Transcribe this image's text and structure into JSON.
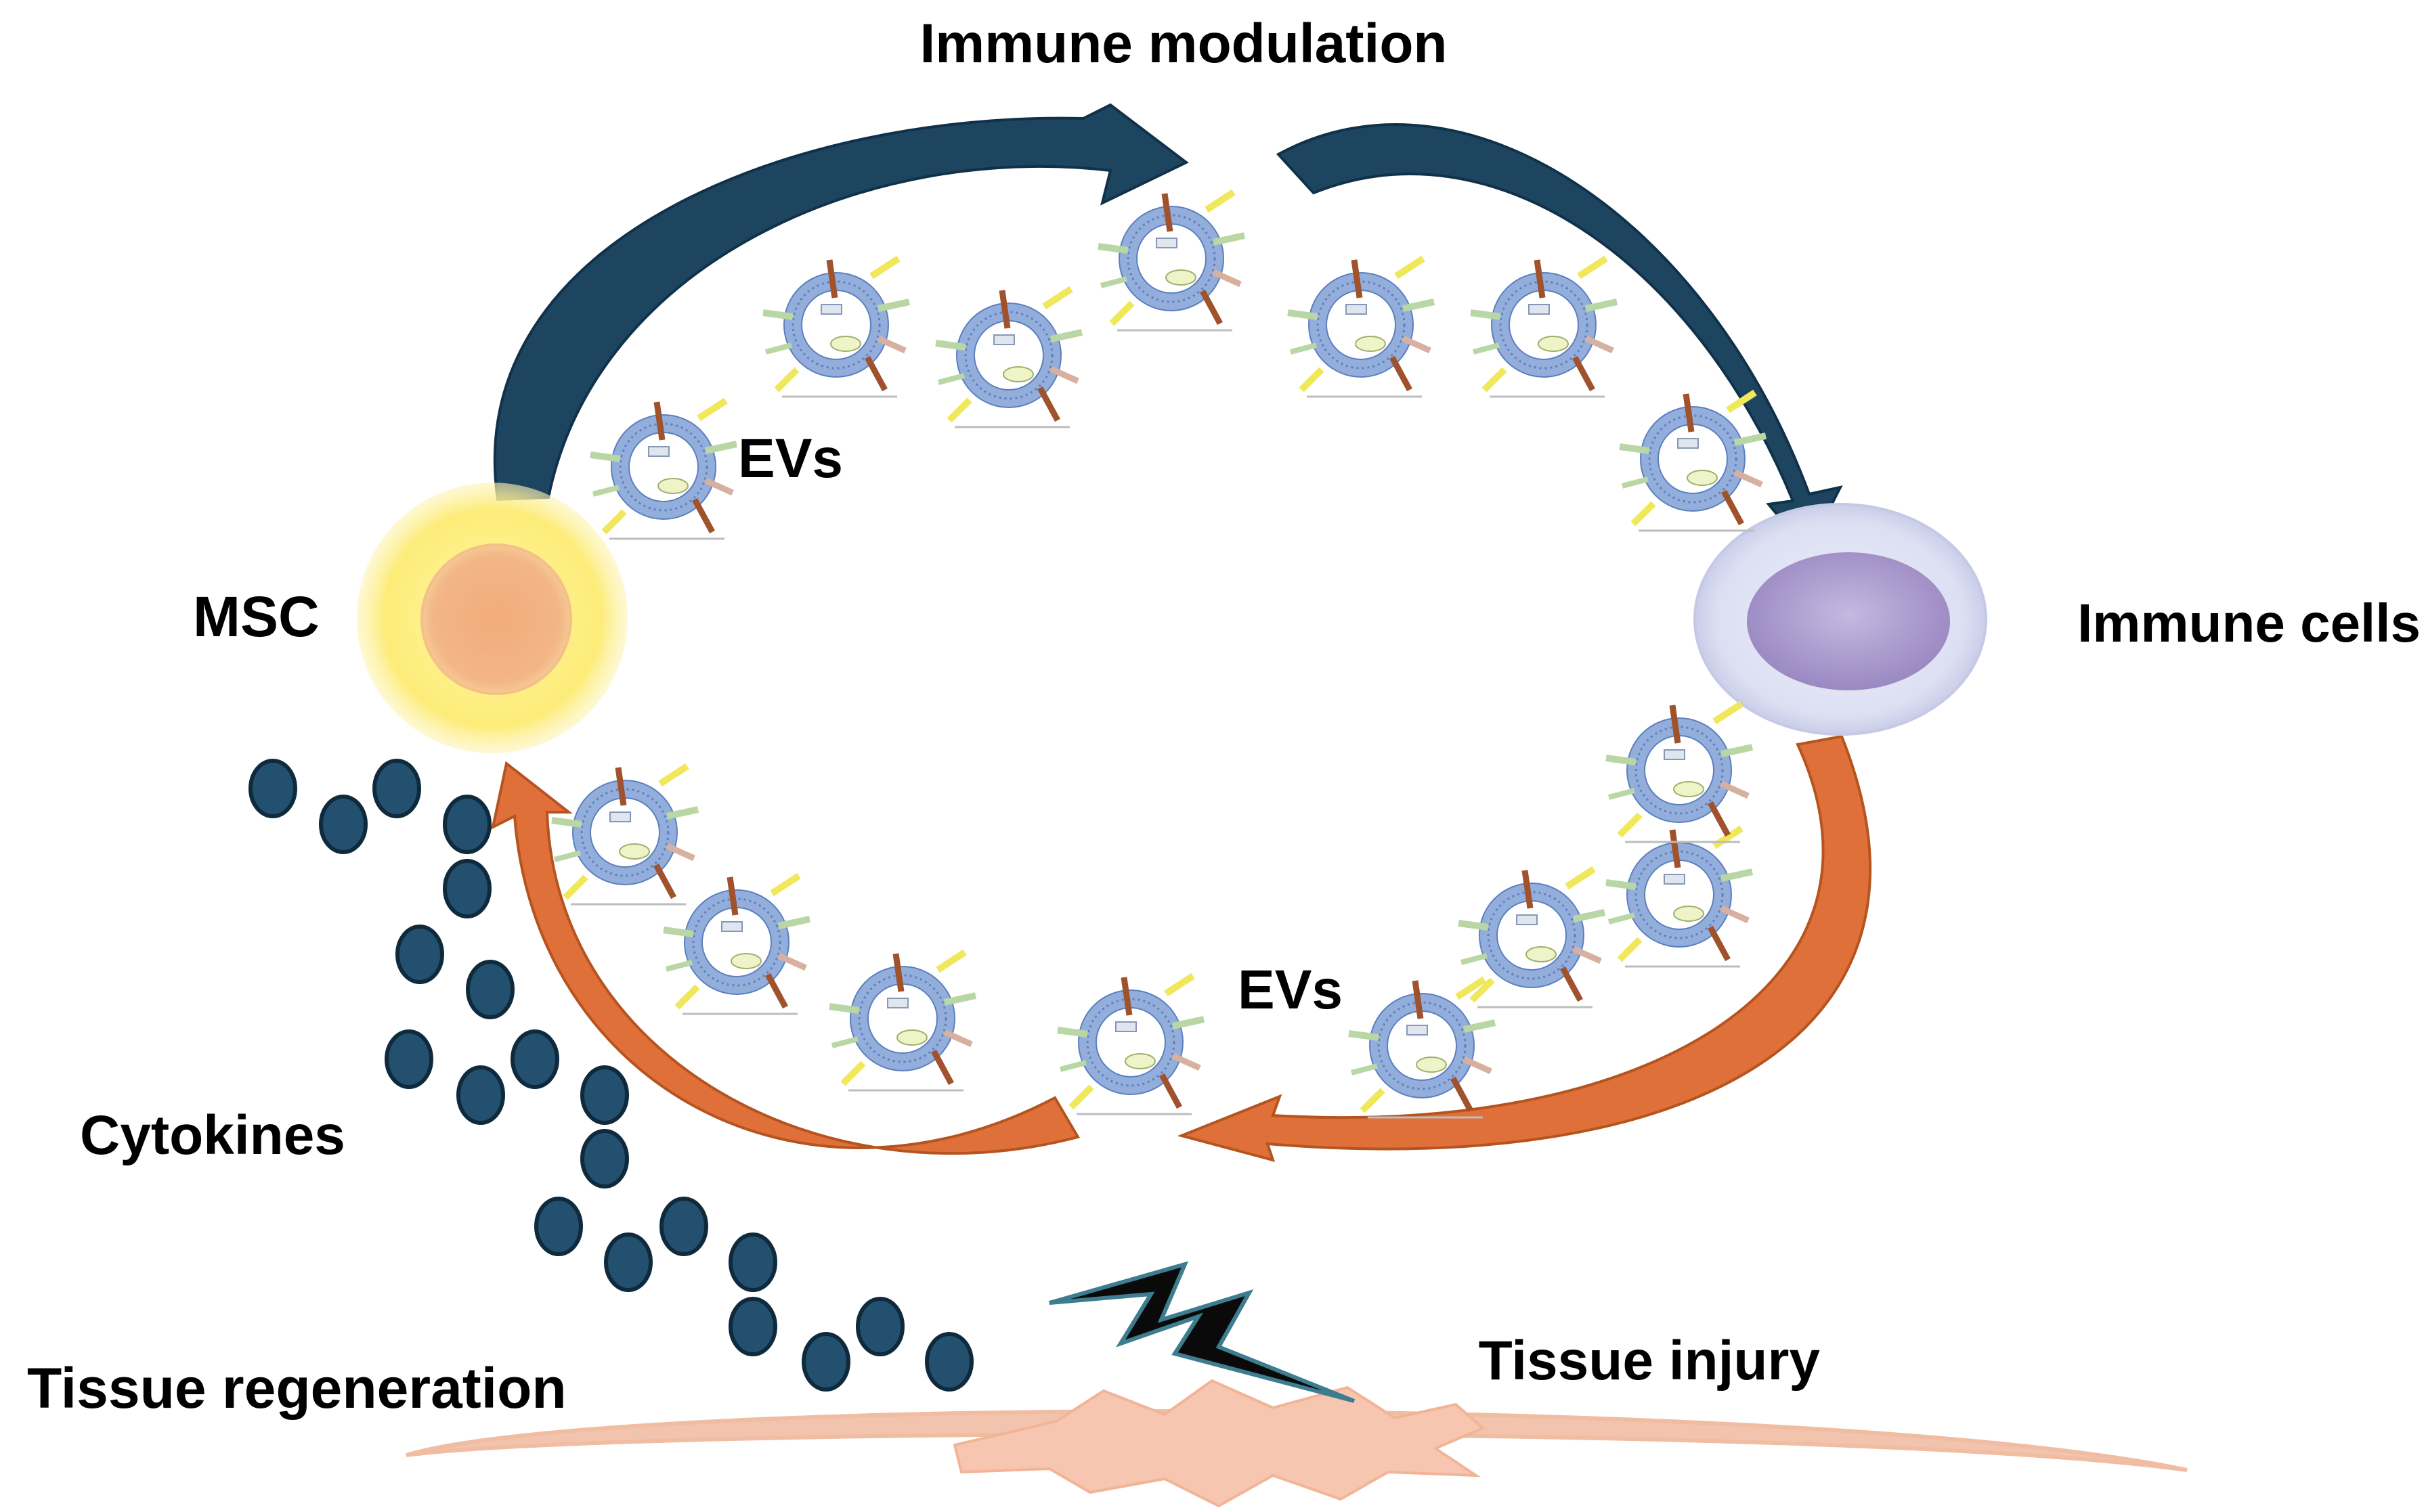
{
  "labels": {
    "immune_modulation": "Immune modulation",
    "msc": "MSC",
    "immune_cells": "Immune cells",
    "evs_top": "EVs",
    "evs_bottom": "EVs",
    "cytokines": "Cytokines",
    "tissue_regeneration": "Tissue regeneration",
    "tissue_injury": "Tissue injury"
  },
  "icons": {
    "ev": "extracellular-vesicle-icon",
    "cytokine": "cytokine-dot-icon",
    "lightning": "lightning-bolt-icon"
  },
  "colors": {
    "dark_arrow": "#1e4560",
    "orange_arrow": "#e0703a",
    "cytokine": "#23506e",
    "msc_outer": "#fdef8a",
    "msc_inner": "#f3b383",
    "immune_outer": "#dde0f3",
    "immune_inner": "#a999cd",
    "tissue": "#f2c4ad",
    "ev_membrane": "#93aedb"
  }
}
